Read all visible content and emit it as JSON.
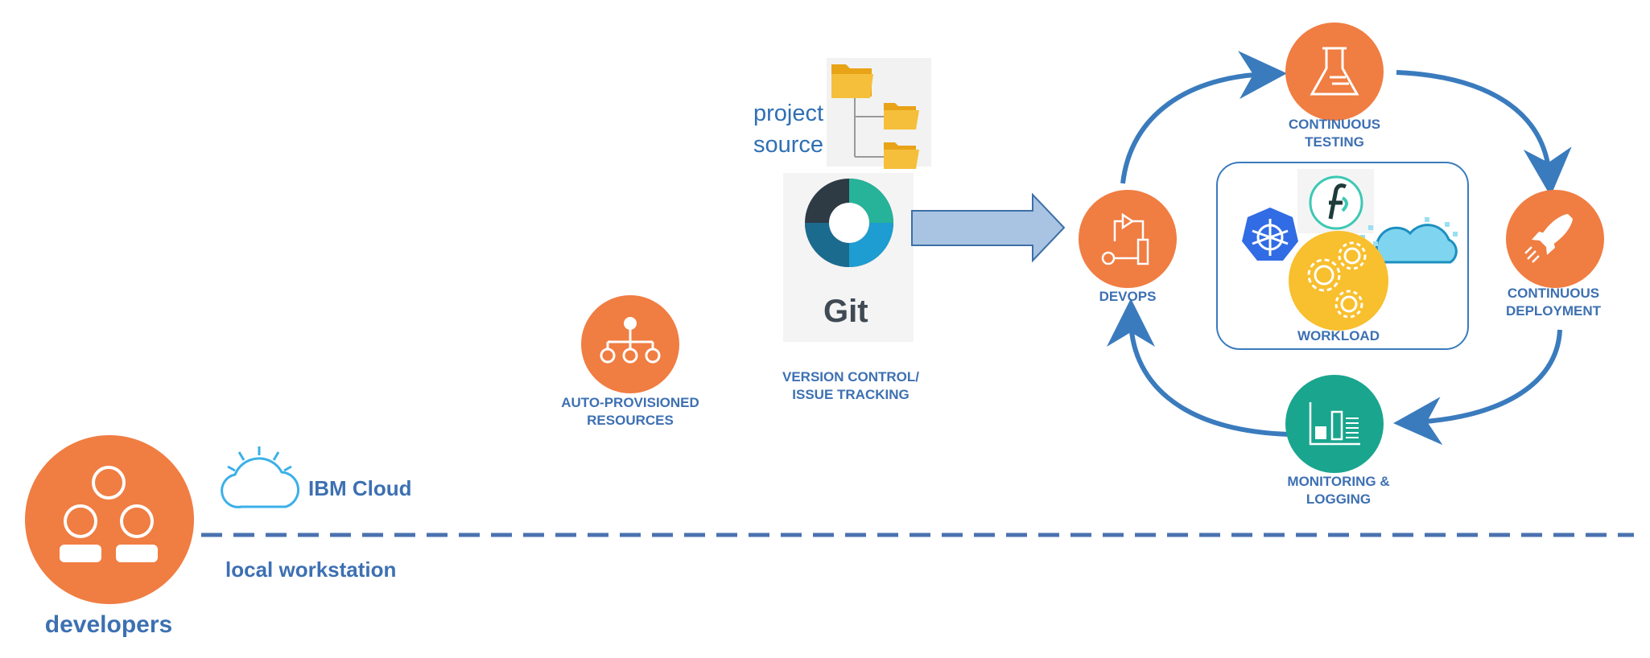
{
  "labels": {
    "developers": "developers",
    "ibm_cloud": "IBM Cloud",
    "local_workstation": "local workstation",
    "auto_provisioned_1": "AUTO-PROVISIONED",
    "auto_provisioned_2": "RESOURCES",
    "version_control_1": "VERSION CONTROL/",
    "version_control_2": "ISSUE TRACKING",
    "project": "project",
    "source": "source",
    "git": "Git",
    "devops": "DEVOPS",
    "continuous_testing_1": "CONTINUOUS",
    "continuous_testing_2": "TESTING",
    "continuous_deployment_1": "CONTINUOUS",
    "continuous_deployment_2": "DEPLOYMENT",
    "monitoring_1": "MONITORING &",
    "monitoring_2": "LOGGING",
    "workload": "WORKLOAD"
  },
  "colors": {
    "orange": "#f07d42",
    "teal": "#1aa58e",
    "blue_text": "#3d70b2",
    "arrow_blue": "#3a7bbd",
    "dashed_line": "#4a72b0",
    "big_arrow_fill": "#a9c4e2",
    "gear_yellow": "#f8bf2e",
    "kubernetes_blue": "#326ce5"
  },
  "icons": {
    "developers": "developers-group-icon",
    "ibm_cloud": "ibm-cloud-icon",
    "auto_provisioned": "org-chart-icon",
    "folders": "folder-tree-icon",
    "git": "git-logo-icon",
    "devops": "flow-icon",
    "testing": "beaker-icon",
    "deployment": "rocket-icon",
    "monitoring": "bar-chart-icon",
    "kubernetes": "kubernetes-icon",
    "fission": "fission-icon",
    "cloud": "pixel-cloud-icon",
    "gears": "gears-icon"
  }
}
